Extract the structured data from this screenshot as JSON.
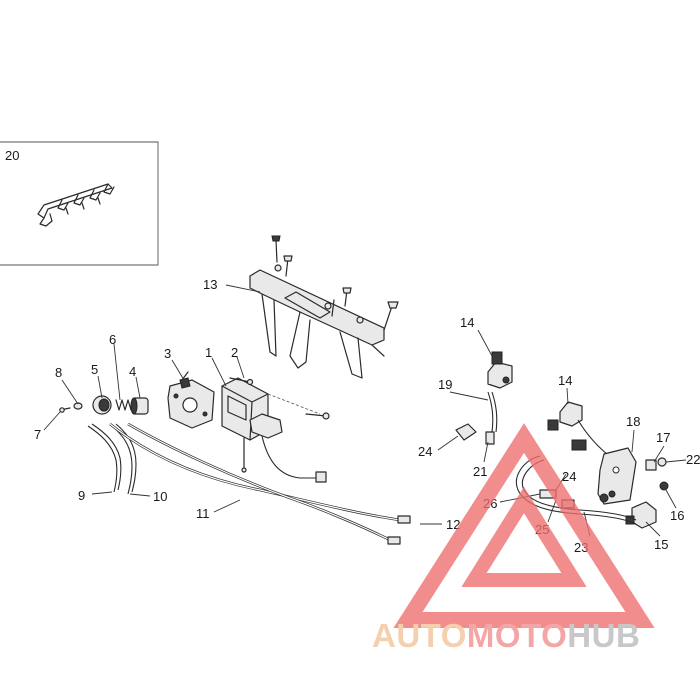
{
  "callouts": {
    "p1": "1",
    "p2": "2",
    "p3": "3",
    "p4": "4",
    "p5": "5",
    "p6": "6",
    "p7": "7",
    "p8": "8",
    "p9": "9",
    "p10": "10",
    "p11": "11",
    "p12": "12",
    "p13": "13",
    "p14a": "14",
    "p14b": "14",
    "p15": "15",
    "p16": "16",
    "p17": "17",
    "p18": "18",
    "p19": "19",
    "p20": "20",
    "p21": "21",
    "p22": "22",
    "p23": "23",
    "p24a": "24",
    "p24b": "24",
    "p25": "25",
    "p26": "26"
  },
  "watermark": {
    "part1": "AUTO",
    "part2": "MOTO",
    "part3": "HUB",
    "colors": {
      "auto": "#f3c499",
      "moto": "#f28c8c",
      "hub": "#b9b9b9",
      "triangle": "#ee6e6e"
    }
  }
}
